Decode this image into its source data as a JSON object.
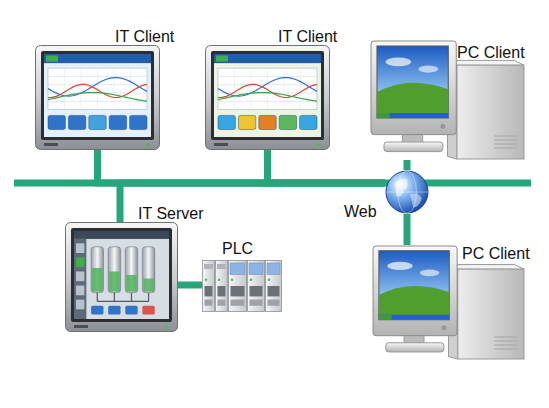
{
  "diagram": {
    "nodes": [
      {
        "text": [
          "IT Client"
        ]
      },
      {
        "text": [
          "IT Client"
        ]
      },
      {
        "text": [
          "PC Client"
        ]
      },
      {
        "text": [
          "Web"
        ]
      },
      {
        "text": [
          "IT Server"
        ]
      },
      {
        "text": [
          "PLC"
        ]
      },
      {
        "text": [
          "PC Client"
        ]
      }
    ],
    "edges": [
      {
        "from": 0,
        "to": 3,
        "arrow": "none"
      },
      {
        "from": 1,
        "to": 3,
        "arrow": "none"
      },
      {
        "from": 4,
        "to": 3,
        "arrow": "none"
      },
      {
        "from": 3,
        "to": 2,
        "arrow": "none"
      },
      {
        "from": 3,
        "to": 6,
        "arrow": "none"
      },
      {
        "from": 4,
        "to": 5,
        "arrow": "none"
      }
    ]
  }
}
